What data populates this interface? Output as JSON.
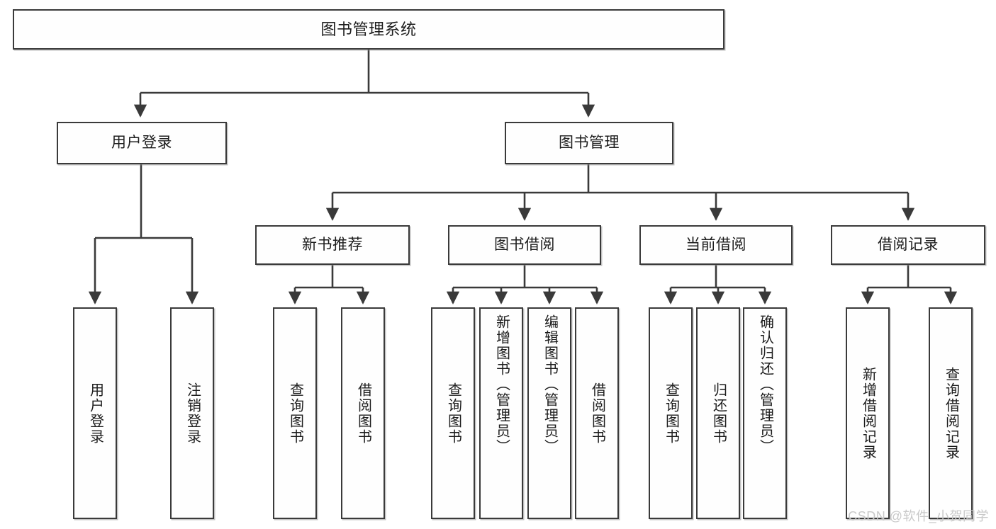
{
  "diagram": {
    "title": "图书管理系统",
    "type": "tree",
    "watermark": "CSDN @软件_小贺同学",
    "colors": {
      "box_border": "#3a3a3a",
      "box_fill": "#fefefe",
      "connector": "#3a3a3a",
      "text": "#1c1c1c",
      "watermark": "#c9c9c9"
    },
    "root": {
      "label": "图书管理系统"
    },
    "level2": [
      {
        "label": "用户登录"
      },
      {
        "label": "图书管理"
      }
    ],
    "level3": [
      {
        "label": "新书推荐"
      },
      {
        "label": "图书借阅"
      },
      {
        "label": "当前借阅"
      },
      {
        "label": "借阅记录"
      }
    ],
    "leaves": {
      "user_login": [
        {
          "label": "用户登录"
        },
        {
          "label": "注销登录"
        }
      ],
      "new_book_recommend": [
        {
          "label": "查询图书"
        },
        {
          "label": "借阅图书"
        }
      ],
      "book_borrow": [
        {
          "label": "查询图书"
        },
        {
          "label": "新增图书（管理员）"
        },
        {
          "label": "编辑图书（管理员）"
        },
        {
          "label": "借阅图书"
        }
      ],
      "current_borrow": [
        {
          "label": "查询图书"
        },
        {
          "label": "归还图书"
        },
        {
          "label": "确认归还（管理员）"
        }
      ],
      "borrow_record": [
        {
          "label": "新增借阅记录"
        },
        {
          "label": "查询借阅记录"
        }
      ]
    }
  }
}
